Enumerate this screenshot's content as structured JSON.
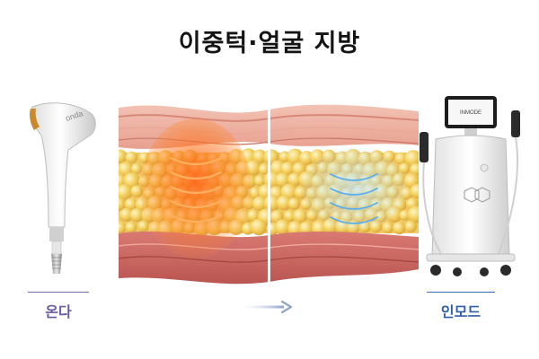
{
  "title": "이중턱·얼굴 지방",
  "left_device": {
    "caption": "온다",
    "logo_text": "onda"
  },
  "right_device": {
    "caption": "인모드",
    "screen_text": "INMODE"
  },
  "colors": {
    "left_accent": "#6b5aa0",
    "right_accent": "#2f5fa8",
    "heat": "#ff6a1a",
    "cool": "#6fb8f0"
  },
  "icons": [
    "arrow-right-icon"
  ]
}
